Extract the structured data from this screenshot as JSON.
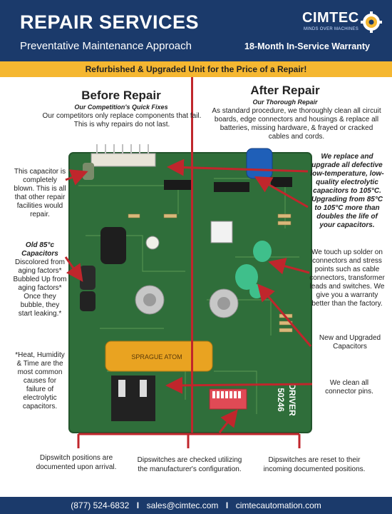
{
  "header": {
    "title": "REPAIR SERVICES",
    "subtitle": "Preventative Maintenance Approach",
    "warranty": "18-Month In-Service Warranty",
    "logo_text": "CIMTEC",
    "logo_tagline": "MINDS OVER MACHINES"
  },
  "banner": {
    "text": "Refurbished & Upgraded Unit for the Price of a Repair!"
  },
  "before": {
    "heading": "Before Repair",
    "subheading": "Our Competition's Quick Fixes",
    "body": "Our competitors only replace components that fail.  This is why repairs do not last."
  },
  "after": {
    "heading": "After Repair",
    "subheading": "Our Thorough Repair",
    "body": "As standard procedure, we thoroughly clean all circuit boards, edge connectors and housings & replace all batteries, missing hardware, & frayed or cracked cables and cords."
  },
  "left_notes": {
    "capacitor": "This capacitor is completely blown.  This is all that other repair facilities would repair.",
    "old_caps_title": "Old 85°c Capacitors",
    "old_caps_body": "Discolored from aging factors* Bubbled Up from  aging factors* Once they bubble, they start leaking.*",
    "heat": "*Heat, Humidity & Time are the most common causes for failure of electrolytic capacitors."
  },
  "right_notes": {
    "replace": "We replace and upgrade all defective low-temperature, low-quality electrolytic capacitors to 105°C. Upgrading from 85°C to 105°C more than doubles the life of your capacitors.",
    "solder": "We touch up solder on connectors and stress points such as cable connectors, transformer leads and switches.  We give you a warranty better than the factory.",
    "new_caps": "New and Upgraded Capacitors",
    "pins": "We clean all connector pins."
  },
  "dipswitch": {
    "documented": "Dipswitch positions are documented upon arrival.",
    "checked": "Dipswitches are checked utilizing the manufacturer's configuration.",
    "reset": "Dipswitches are reset to their incoming documented positions."
  },
  "board_labels": {
    "driver": "DRIVER",
    "model": "50246",
    "capacitor": "SPRAGUE ATOM"
  },
  "footer": {
    "phone": "(877) 524-6832",
    "email": "sales@cimtec.com",
    "website": "cimtecautomation.com",
    "separator": "I"
  },
  "colors": {
    "header_bg": "#1b3a6b",
    "banner_bg": "#f5b731",
    "accent_red": "#c0262c",
    "pcb_green": "#2f6e3a"
  }
}
